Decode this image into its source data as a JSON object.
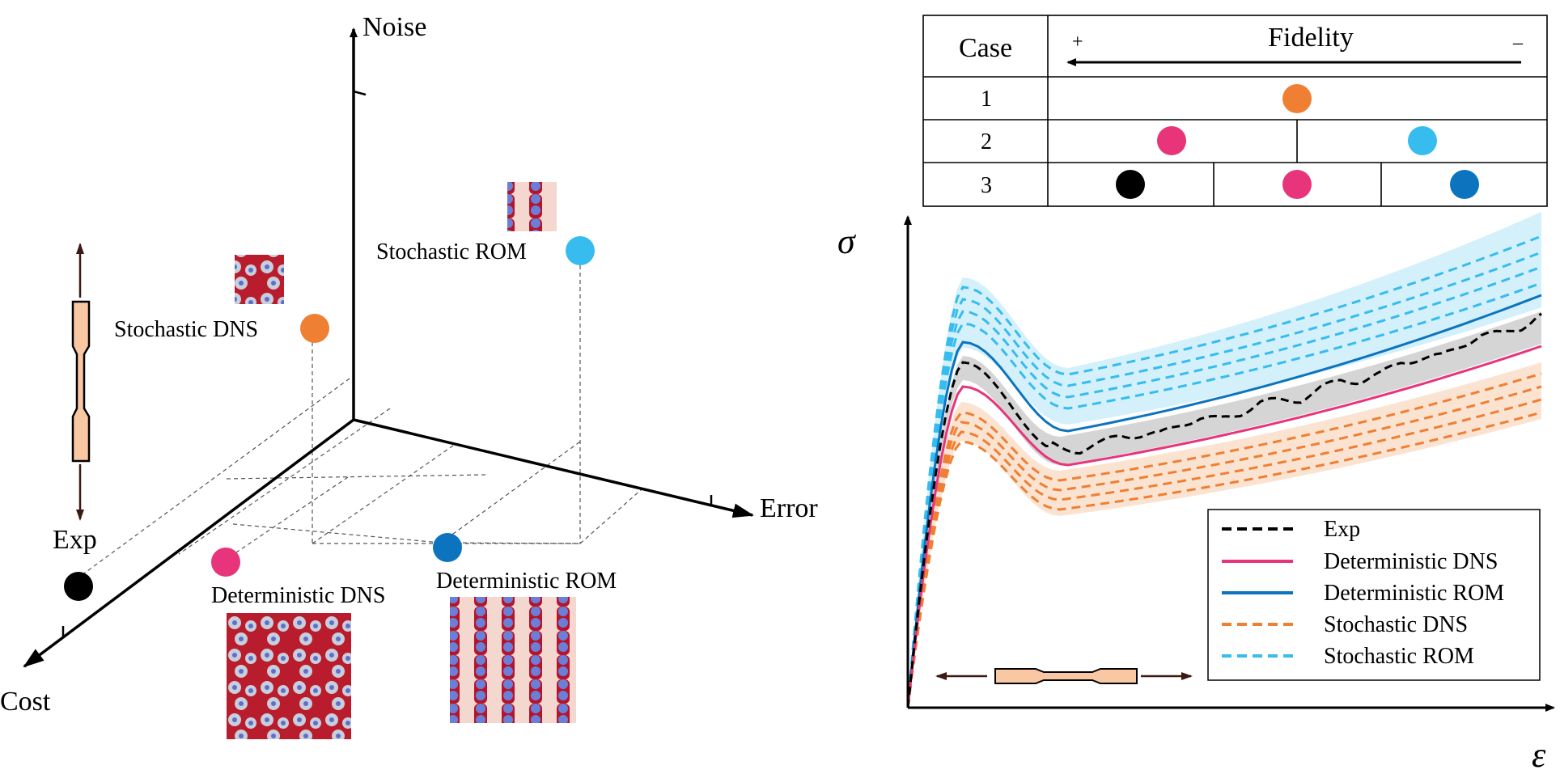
{
  "cube": {
    "axes": {
      "noise": "Noise",
      "error": "Error",
      "cost": "Cost"
    },
    "points": [
      {
        "label": "Exp",
        "color": "#000000"
      },
      {
        "label": "Deterministic DNS",
        "color": "#E8347A"
      },
      {
        "label": "Deterministic ROM",
        "color": "#0C74BE"
      },
      {
        "label": "Stochastic DNS",
        "color": "#EF7F33"
      },
      {
        "label": "Stochastic ROM",
        "color": "#36BCEE"
      }
    ]
  },
  "table": {
    "header_case": "Case",
    "header_fidelity": "Fidelity",
    "plus": "+",
    "minus": "–",
    "rows": [
      {
        "case": "1",
        "dots": [
          "#EF7F33"
        ]
      },
      {
        "case": "2",
        "dots": [
          "#E8347A",
          "#36BCEE"
        ]
      },
      {
        "case": "3",
        "dots": [
          "#000000",
          "#E8347A",
          "#0C74BE"
        ]
      }
    ]
  },
  "chart_data": {
    "type": "line",
    "ylabel": "σ",
    "xlabel": "ε",
    "legend_position": "bottom-right",
    "series": [
      {
        "name": "Exp",
        "color": "#000000",
        "style": "dashed"
      },
      {
        "name": "Deterministic DNS",
        "color": "#E8347A",
        "style": "solid"
      },
      {
        "name": "Deterministic ROM",
        "color": "#0C74BE",
        "style": "solid"
      },
      {
        "name": "Stochastic DNS",
        "color": "#EF7F33",
        "style": "dashed"
      },
      {
        "name": "Stochastic ROM",
        "color": "#36BCEE",
        "style": "dashed"
      }
    ]
  }
}
